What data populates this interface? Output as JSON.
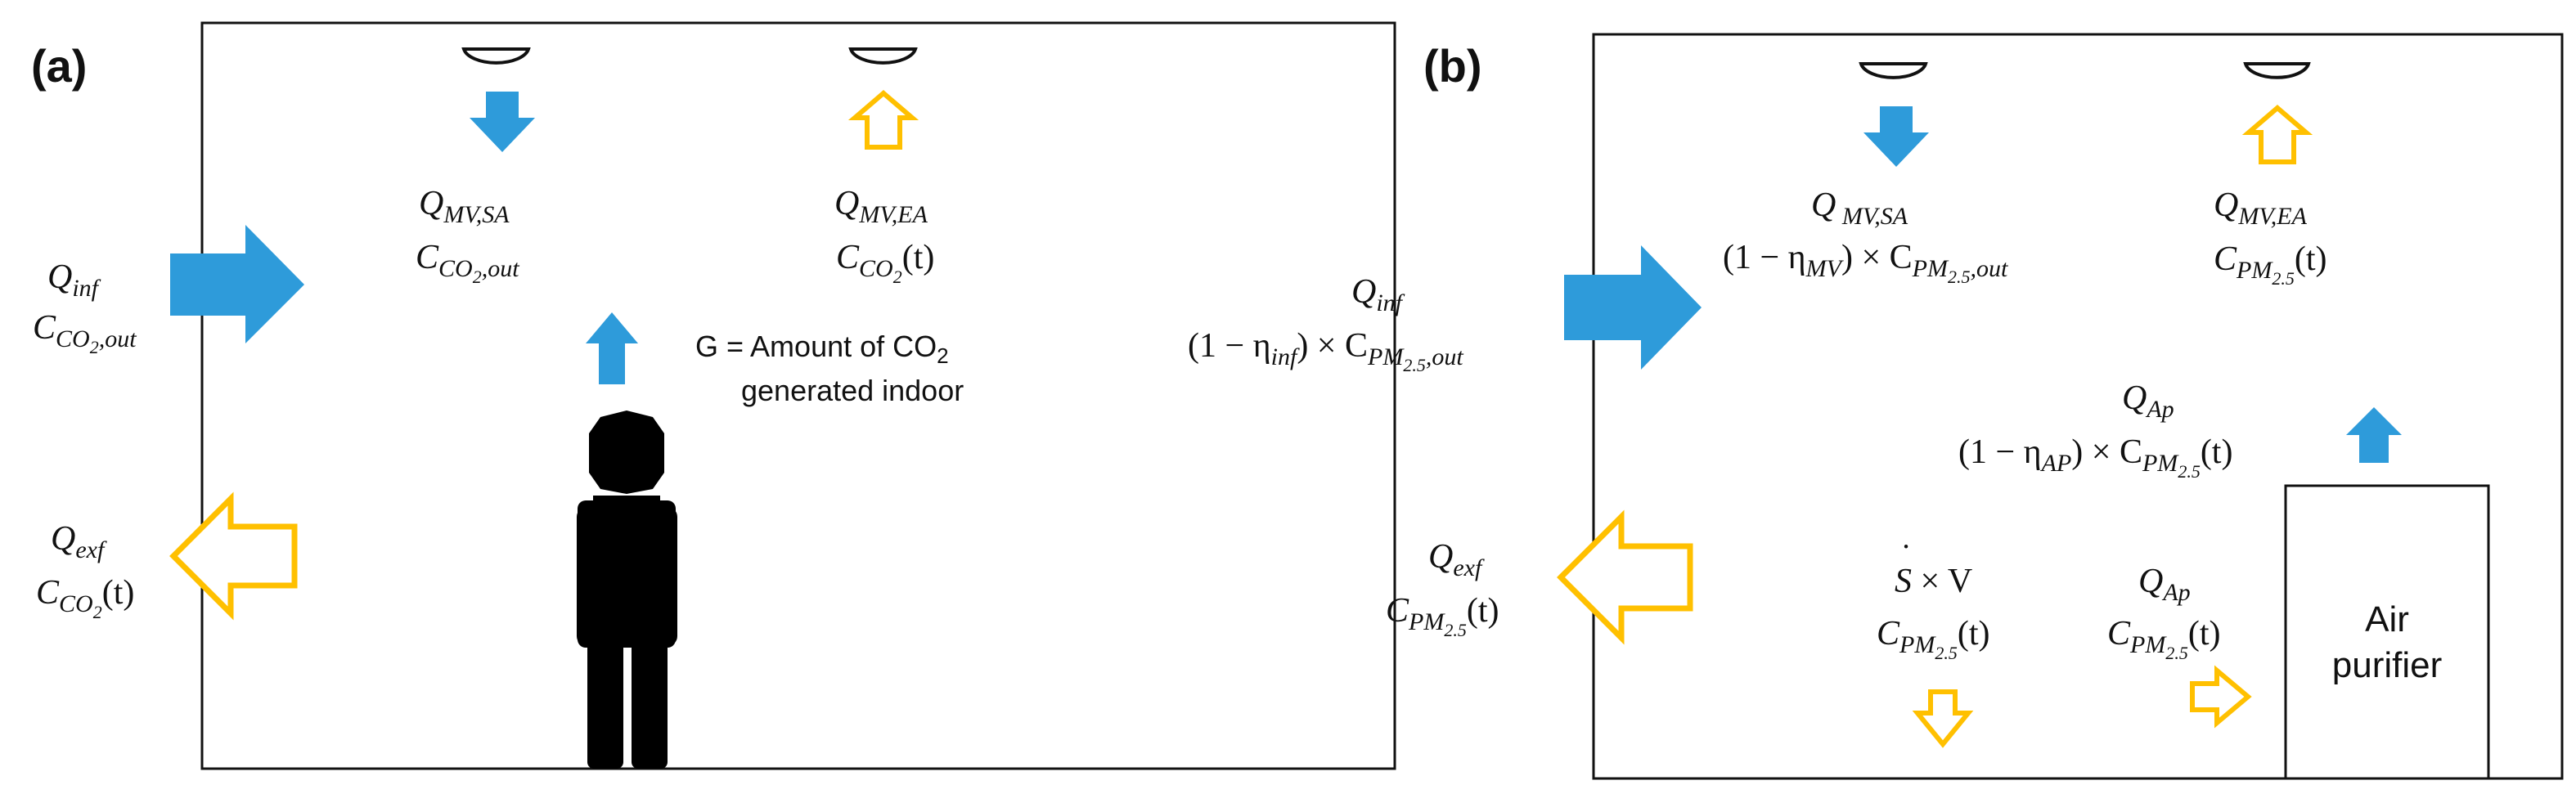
{
  "colors": {
    "supply_arrow": "#2E9BDA",
    "exhaust_arrow": "#FFC000",
    "line": "#111111",
    "figure": "#000000"
  },
  "panel_a": {
    "label": "(a)",
    "infiltration": {
      "q_main": "Q",
      "q_sub": "inf",
      "c_main": "C",
      "c_sub": "CO",
      "c_sub2": "2",
      "c_sub_rest": ",out"
    },
    "exfiltration": {
      "q_main": "Q",
      "q_sub": "exf",
      "c_main": "C",
      "c_sub": "CO",
      "c_sub2": "2",
      "c_tail": "(t)"
    },
    "supply_air": {
      "q_main": "Q",
      "q_sub": "MV,SA",
      "c_main": "C",
      "c_sub": "CO",
      "c_sub2": "2",
      "c_sub_rest": ",out"
    },
    "exhaust_air": {
      "q_main": "Q",
      "q_sub": "MV,EA",
      "c_main": "C",
      "c_sub": "CO",
      "c_sub2": "2",
      "c_tail": "(t)"
    },
    "generation": {
      "line1_prefix": "G = Amount of CO",
      "line1_sub": "2",
      "line2": "generated indoor"
    }
  },
  "panel_b": {
    "label": "(b)",
    "infiltration": {
      "q_main": "Q",
      "q_sub": "inf",
      "eff_prefix": "(1 − η",
      "eff_sub": "inf",
      "eff_suffix": ") × C",
      "c_sub": "PM",
      "c_sub2": "2.5",
      "c_sub_rest": ",out"
    },
    "supply_air": {
      "q_main": "Q",
      "q_sub": " MV,SA",
      "eff_prefix": "(1 − η",
      "eff_sub": "MV",
      "eff_suffix": ") × C",
      "c_sub": "PM",
      "c_sub2": "2.5",
      "c_sub_rest": ",out"
    },
    "exhaust_air": {
      "q_main": "Q",
      "q_sub": "MV,EA",
      "c_main": "C",
      "c_sub": "PM",
      "c_sub2": "2.5",
      "c_tail": "(t)"
    },
    "purifier_out": {
      "q_main": "Q",
      "q_sub": "Ap",
      "eff_prefix": "(1 − η",
      "eff_sub": "AP",
      "eff_suffix": ") × C",
      "c_sub": "PM",
      "c_sub2": "2.5",
      "c_tail": "(t)"
    },
    "exfiltration": {
      "q_main": "Q",
      "q_sub": "exf",
      "c_main": "C",
      "c_sub": "PM",
      "c_sub2": "2.5",
      "c_tail": "(t)"
    },
    "deposition": {
      "s_main": "S",
      "s_dot": "˙",
      "s_tail": " × V",
      "c_main": "C",
      "c_sub": "PM",
      "c_sub2": "2.5",
      "c_tail": "(t)"
    },
    "purifier_in": {
      "q_main": "Q",
      "q_sub": "Ap",
      "c_main": "C",
      "c_sub": "PM",
      "c_sub2": "2.5",
      "c_tail": "(t)"
    },
    "air_purifier": {
      "line1": "Air",
      "line2": "purifier"
    }
  }
}
